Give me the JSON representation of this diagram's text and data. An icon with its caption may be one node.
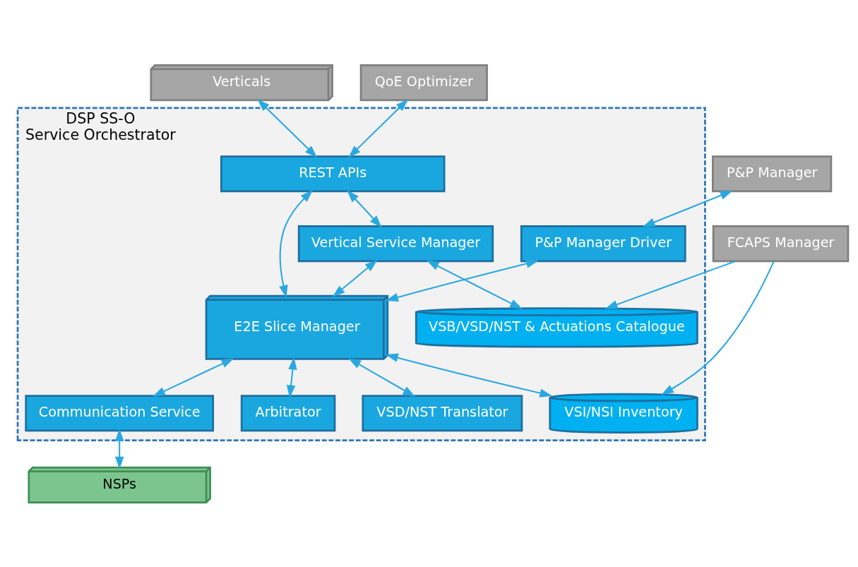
{
  "diagram": {
    "nodes": [
      {
        "text": [
          "Verticals"
        ]
      },
      {
        "text": [
          "QoE Optimizer"
        ]
      },
      {
        "text": [
          "DSP SS-O",
          "Service Orchestrator"
        ]
      },
      {
        "text": [
          "REST APIs"
        ],
        "in": 2
      },
      {
        "text": [
          "Vertical Service Manager"
        ],
        "in": 2
      },
      {
        "text": [
          "VSB/VSD/NST & Actuations Catalogue"
        ],
        "in": 2
      },
      {
        "text": [
          "P&P Manager"
        ]
      },
      {
        "text": [
          "P&P Manager Driver"
        ],
        "in": 2
      },
      {
        "text": [
          "E2E Slice Manager"
        ],
        "in": 2
      },
      {
        "text": [
          "VSI/NSI Inventory"
        ],
        "in": 2
      },
      {
        "text": [
          "FCAPS Manager"
        ]
      },
      {
        "text": [
          "VSD/NST Translator"
        ],
        "in": 2
      },
      {
        "text": [
          "Communication Service"
        ],
        "in": 2
      },
      {
        "text": [
          "Arbitrator"
        ],
        "in": 2
      },
      {
        "text": [
          "NSPs"
        ]
      }
    ],
    "edges": [
      {
        "from": 0,
        "to": 3,
        "arrow": "both"
      },
      {
        "from": 1,
        "to": 3,
        "arrow": "both"
      },
      {
        "from": 3,
        "to": 4,
        "arrow": "both"
      },
      {
        "from": 3,
        "to": 8,
        "arrow": "both"
      },
      {
        "from": 4,
        "to": 5,
        "arrow": "both"
      },
      {
        "from": 4,
        "to": 8,
        "arrow": "both"
      },
      {
        "from": 6,
        "to": 7,
        "arrow": "both"
      },
      {
        "from": 7,
        "to": 8,
        "arrow": "both"
      },
      {
        "from": 8,
        "to": 9,
        "arrow": "both"
      },
      {
        "from": 8,
        "to": 11,
        "arrow": "both"
      },
      {
        "from": 8,
        "to": 13,
        "arrow": "both"
      },
      {
        "from": 8,
        "to": 12,
        "arrow": "both"
      },
      {
        "from": 12,
        "to": 14,
        "arrow": "both"
      },
      {
        "from": 10,
        "to": 5,
        "arrow": "to"
      },
      {
        "from": 10,
        "to": 9,
        "arrow": "to"
      }
    ]
  }
}
